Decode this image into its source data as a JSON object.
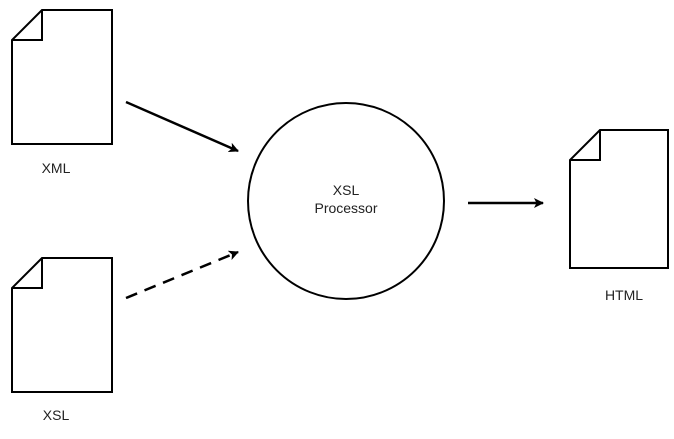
{
  "diagram": {
    "nodes": {
      "xml": {
        "label": "XML",
        "shape": "document"
      },
      "xsl": {
        "label": "XSL",
        "shape": "document"
      },
      "processor": {
        "label_line1": "XSL",
        "label_line2": "Processor",
        "shape": "circle"
      },
      "html": {
        "label": "HTML",
        "shape": "document"
      }
    },
    "edges": [
      {
        "from": "xml",
        "to": "processor",
        "style": "solid"
      },
      {
        "from": "xsl",
        "to": "processor",
        "style": "dashed"
      },
      {
        "from": "processor",
        "to": "html",
        "style": "solid"
      }
    ],
    "colors": {
      "stroke": "#000000",
      "fill": "#ffffff",
      "text": "#222222"
    }
  }
}
